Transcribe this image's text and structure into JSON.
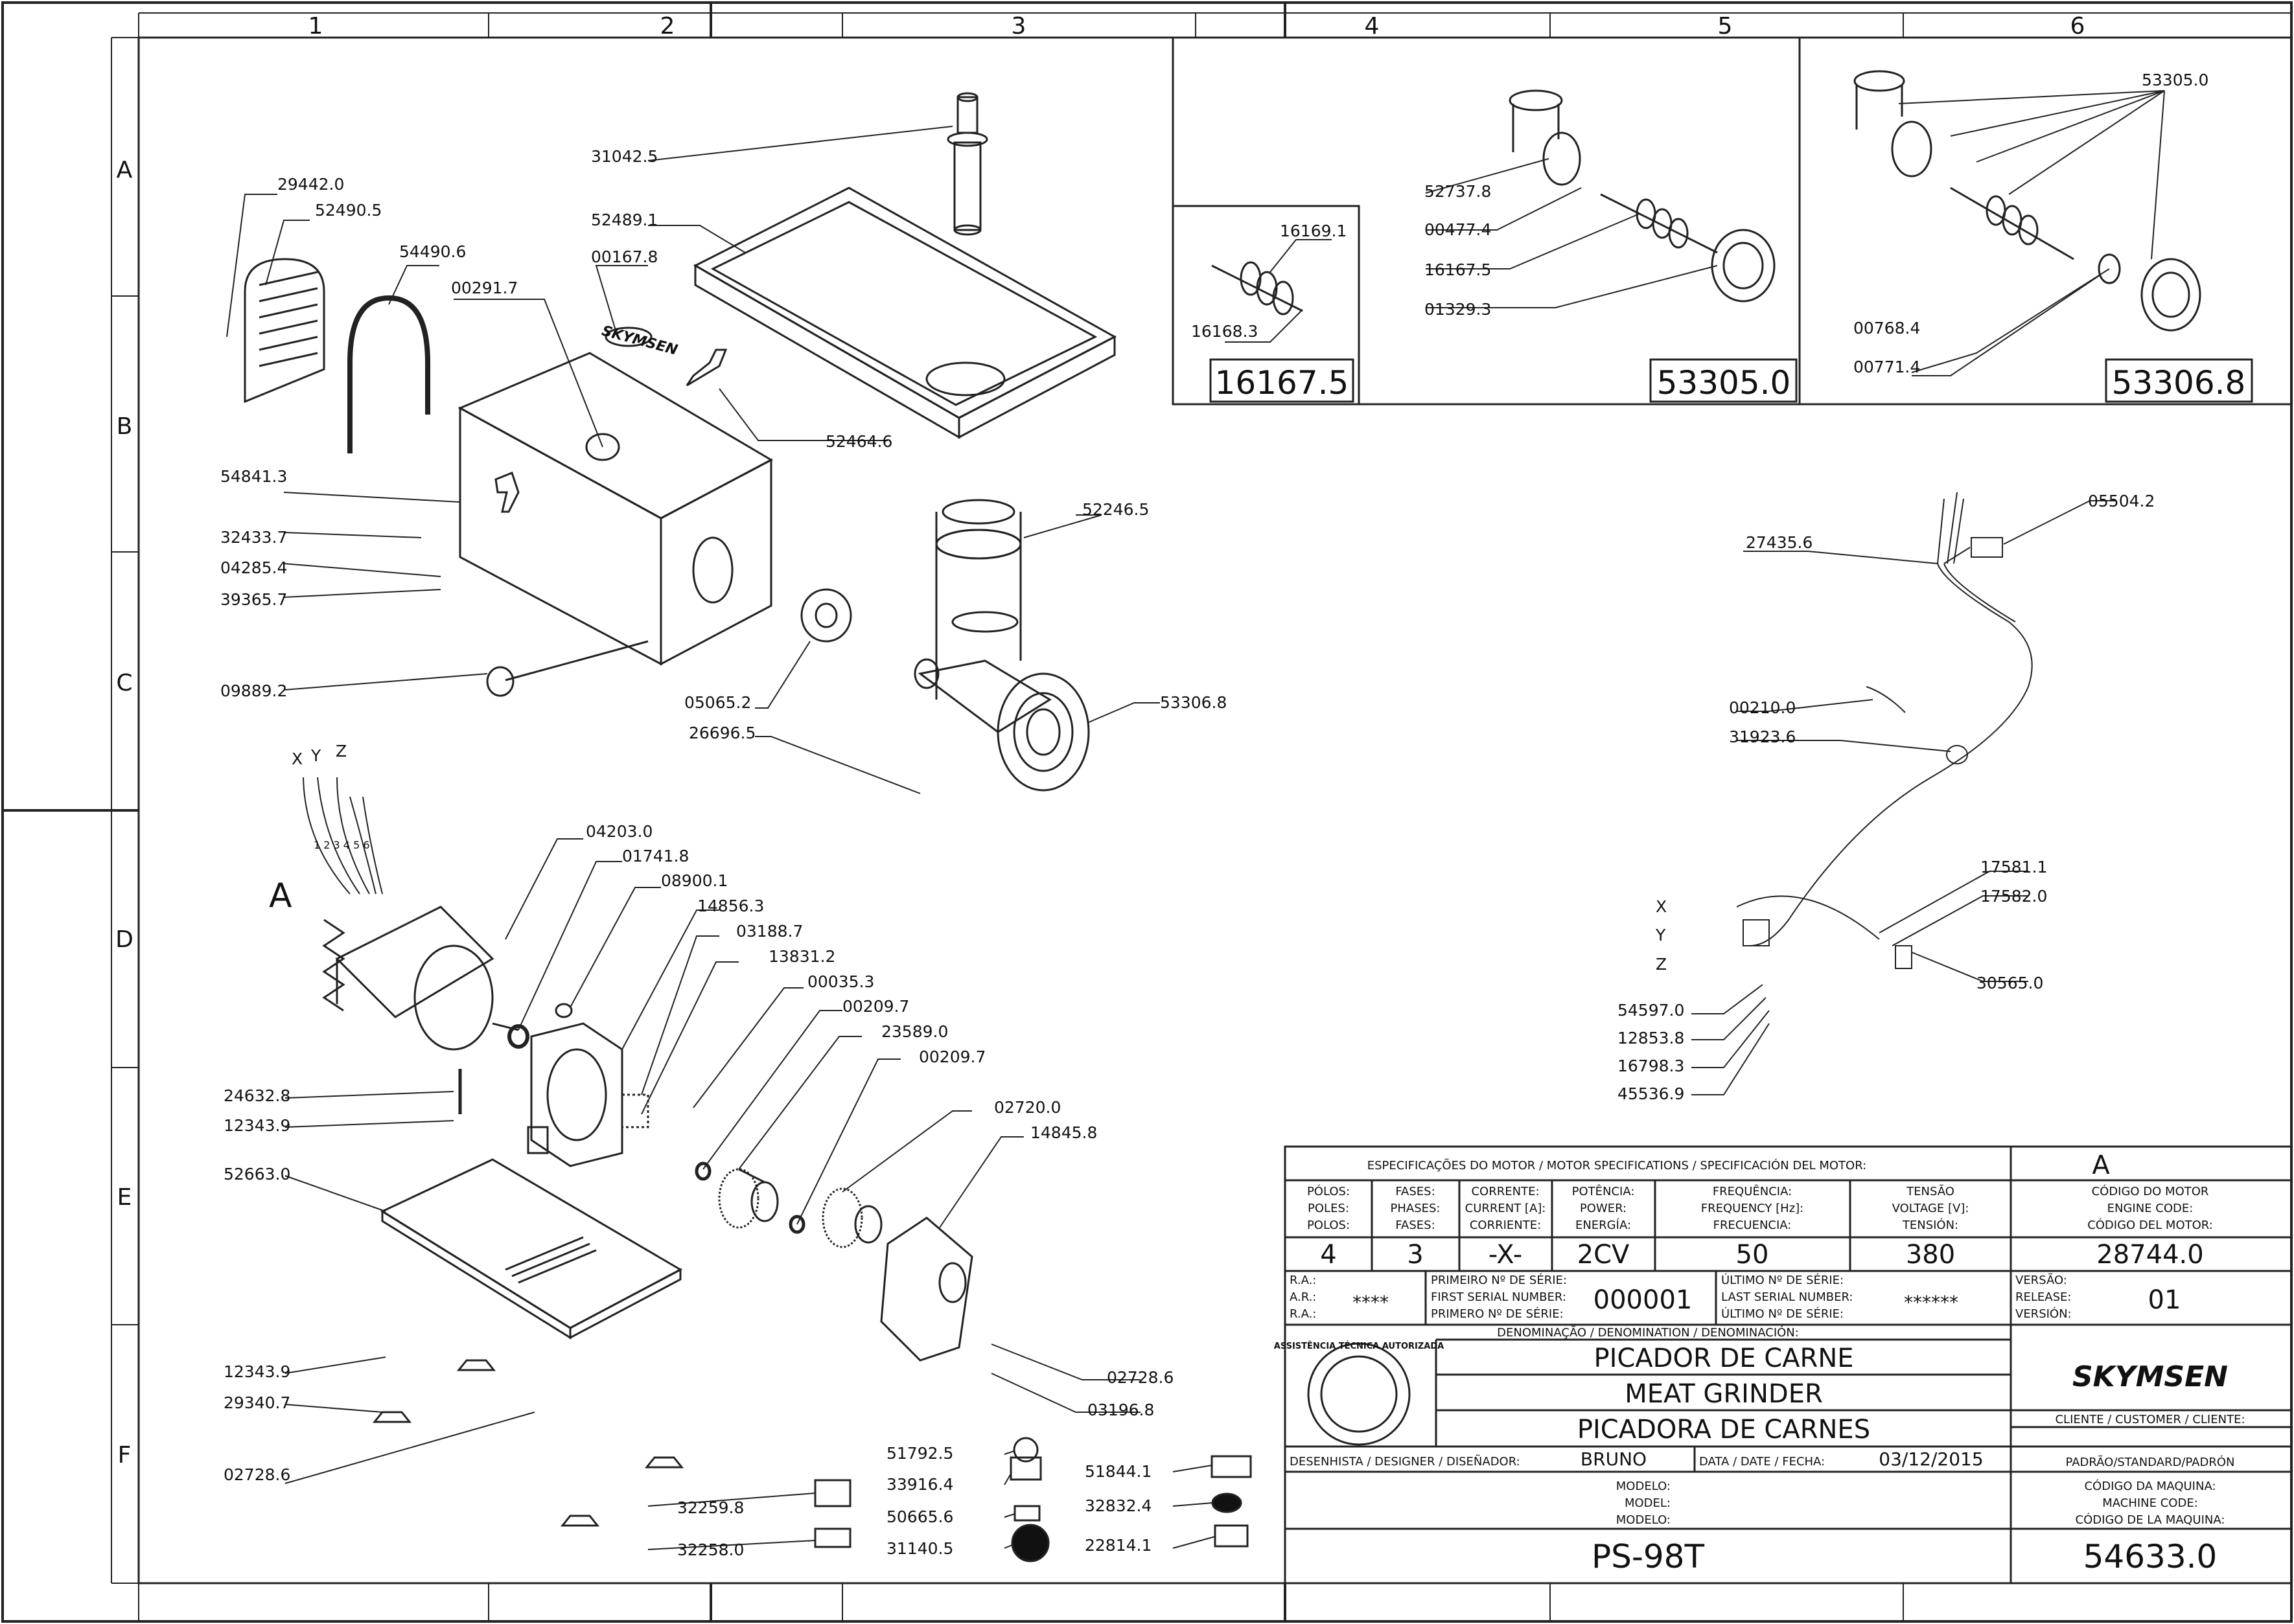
{
  "grid": {
    "columns": [
      "1",
      "2",
      "3",
      "4",
      "5",
      "6"
    ],
    "rows": [
      "A",
      "B",
      "C",
      "D",
      "E",
      "F"
    ]
  },
  "callouts": [
    {
      "id": "p-31042-5",
      "text": "31042.5"
    },
    {
      "id": "p-52489-1",
      "text": "52489.1"
    },
    {
      "id": "p-00167-8",
      "text": "00167.8"
    },
    {
      "id": "p-29442-0",
      "text": "29442.0"
    },
    {
      "id": "p-52490-5",
      "text": "52490.5"
    },
    {
      "id": "p-54490-6",
      "text": "54490.6"
    },
    {
      "id": "p-00291-7",
      "text": "00291.7"
    },
    {
      "id": "p-52464-6",
      "text": "52464.6"
    },
    {
      "id": "p-54841-3",
      "text": "54841.3"
    },
    {
      "id": "p-32433-7",
      "text": "32433.7"
    },
    {
      "id": "p-04285-4",
      "text": "04285.4"
    },
    {
      "id": "p-39365-7",
      "text": "39365.7"
    },
    {
      "id": "p-09889-2",
      "text": "09889.2"
    },
    {
      "id": "p-52246-5",
      "text": "52246.5"
    },
    {
      "id": "p-05065-2",
      "text": "05065.2"
    },
    {
      "id": "p-26696-5",
      "text": "26696.5"
    },
    {
      "id": "p-53306-8-c",
      "text": "53306.8"
    },
    {
      "id": "p-04203-0",
      "text": "04203.0"
    },
    {
      "id": "p-01741-8",
      "text": "01741.8"
    },
    {
      "id": "p-08900-1",
      "text": "08900.1"
    },
    {
      "id": "p-14856-3",
      "text": "14856.3"
    },
    {
      "id": "p-03188-7",
      "text": "03188.7"
    },
    {
      "id": "p-13831-2",
      "text": "13831.2"
    },
    {
      "id": "p-00035-3",
      "text": "00035.3"
    },
    {
      "id": "p-00209-7-a",
      "text": "00209.7"
    },
    {
      "id": "p-23589-0",
      "text": "23589.0"
    },
    {
      "id": "p-00209-7-b",
      "text": "00209.7"
    },
    {
      "id": "p-02720-0",
      "text": "02720.0"
    },
    {
      "id": "p-14845-8",
      "text": "14845.8"
    },
    {
      "id": "p-24632-8",
      "text": "24632.8"
    },
    {
      "id": "p-12343-9-a",
      "text": "12343.9"
    },
    {
      "id": "p-52663-0",
      "text": "52663.0"
    },
    {
      "id": "p-12343-9-b",
      "text": "12343.9"
    },
    {
      "id": "p-29340-7",
      "text": "29340.7"
    },
    {
      "id": "p-02728-6-a",
      "text": "02728.6"
    },
    {
      "id": "p-02728-6-b",
      "text": "02728.6"
    },
    {
      "id": "p-03196-8",
      "text": "03196.8"
    },
    {
      "id": "p-51792-5",
      "text": "51792.5"
    },
    {
      "id": "p-33916-4",
      "text": "33916.4"
    },
    {
      "id": "p-50665-6",
      "text": "50665.6"
    },
    {
      "id": "p-31140-5",
      "text": "31140.5"
    },
    {
      "id": "p-51844-1",
      "text": "51844.1"
    },
    {
      "id": "p-32832-4",
      "text": "32832.4"
    },
    {
      "id": "p-22814-1",
      "text": "22814.1"
    },
    {
      "id": "p-32259-8",
      "text": "32259.8"
    },
    {
      "id": "p-32258-0",
      "text": "32258.0"
    },
    {
      "id": "p-16169-1",
      "text": "16169.1"
    },
    {
      "id": "p-16168-3",
      "text": "16168.3"
    },
    {
      "id": "p-52737-8",
      "text": "52737.8"
    },
    {
      "id": "p-00477-4",
      "text": "00477.4"
    },
    {
      "id": "p-16167-5",
      "text": "16167.5"
    },
    {
      "id": "p-01329-3",
      "text": "01329.3"
    },
    {
      "id": "p-53305-0",
      "text": "53305.0"
    },
    {
      "id": "p-00768-4",
      "text": "00768.4"
    },
    {
      "id": "p-00771-4",
      "text": "00771.4"
    },
    {
      "id": "p-05504-2",
      "text": "05504.2"
    },
    {
      "id": "p-27435-6",
      "text": "27435.6"
    },
    {
      "id": "p-00210-0",
      "text": "00210.0"
    },
    {
      "id": "p-31923-6",
      "text": "31923.6"
    },
    {
      "id": "p-17581-1",
      "text": "17581.1"
    },
    {
      "id": "p-17582-0",
      "text": "17582.0"
    },
    {
      "id": "p-30565-0",
      "text": "30565.0"
    },
    {
      "id": "p-54597-0",
      "text": "54597.0"
    },
    {
      "id": "p-12853-8",
      "text": "12853.8"
    },
    {
      "id": "p-16798-3",
      "text": "16798.3"
    },
    {
      "id": "p-45536-9",
      "text": "45536.9"
    }
  ],
  "wire_letters": {
    "x": "X",
    "y": "Y",
    "z": "Z",
    "x2": "X",
    "y2": "Y",
    "z2": "Z",
    "motor_a": "A",
    "wires": "1 2 3 4 5 6"
  },
  "detail_boxes": {
    "box1": "16167.5",
    "box2": "53305.0",
    "box3": "53306.8"
  },
  "title_block": {
    "motor_spec_header": "ESPECIFICAÇÕES DO MOTOR / MOTOR SPECIFICATIONS / SPECIFICACIÓN DEL MOTOR:",
    "rev_letter": "A",
    "headers": {
      "poles": [
        "PÓLOS:",
        "POLES:",
        "POLOS:"
      ],
      "phases": [
        "FASES:",
        "PHASES:",
        "FASES:"
      ],
      "current": [
        "CORRENTE:",
        "CURRENT [A]:",
        "CORRIENTE:"
      ],
      "power": [
        "POTÊNCIA:",
        "POWER:",
        "ENERGÍA:"
      ],
      "frequency": [
        "FREQUÊNCIA:",
        "FREQUENCY [Hz]:",
        "FRECUENCIA:"
      ],
      "voltage": [
        "TENSÃO",
        "VOLTAGE [V]:",
        "TENSIÓN:"
      ],
      "engine_code": [
        "CÓDIGO DO MOTOR",
        "ENGINE CODE:",
        "CÓDIGO DEL MOTOR:"
      ]
    },
    "values": {
      "poles": "4",
      "phases": "3",
      "current": "-X-",
      "power": "2CV",
      "frequency": "50",
      "voltage": "380",
      "engine_code": "28744.0"
    },
    "ra_labels": [
      "R.A.:",
      "A.R.:",
      "R.A.:"
    ],
    "ra_value": "****",
    "first_serial_labels": [
      "PRIMEIRO Nº DE SÉRIE:",
      "FIRST SERIAL NUMBER:",
      "PRIMERO Nº DE SÉRIE:"
    ],
    "first_serial_value": "000001",
    "last_serial_labels": [
      "ÚLTIMO Nº DE SÉRIE:",
      "LAST SERIAL NUMBER:",
      "ÚLTIMO Nº DE SÉRIE:"
    ],
    "last_serial_value": "******",
    "version_labels": [
      "VERSÃO:",
      "RELEASE:",
      "VERSIÓN:"
    ],
    "version_value": "01",
    "denomination_header": "DENOMINAÇÃO / DENOMINATION / DENOMINACIÓN:",
    "denominations": [
      "PICADOR DE CARNE",
      "MEAT GRINDER",
      "PICADORA DE CARNES"
    ],
    "brand": "SKYMSEN",
    "seal_text": "ASSISTÊNCIA TÉCNICA AUTORIZADA",
    "client_label": "CLIENTE / CUSTOMER / CLIENTE:",
    "client_value": "PADRÃO/STANDARD/PADRÓN",
    "designer_label": "DESENHISTA / DESIGNER / DISEÑADOR:",
    "designer_value": "BRUNO",
    "date_label": "DATA / DATE / FECHA:",
    "date_value": "03/12/2015",
    "model_labels": [
      "MODELO:",
      "MODEL:",
      "MODELO:"
    ],
    "model_value": "PS-98T",
    "machine_code_labels": [
      "CÓDIGO DA MAQUINA:",
      "MACHINE CODE:",
      "CÓDIGO DE LA MAQUINA:"
    ],
    "machine_code_value": "54633.0"
  },
  "logo_on_part": "SKYMSEN"
}
